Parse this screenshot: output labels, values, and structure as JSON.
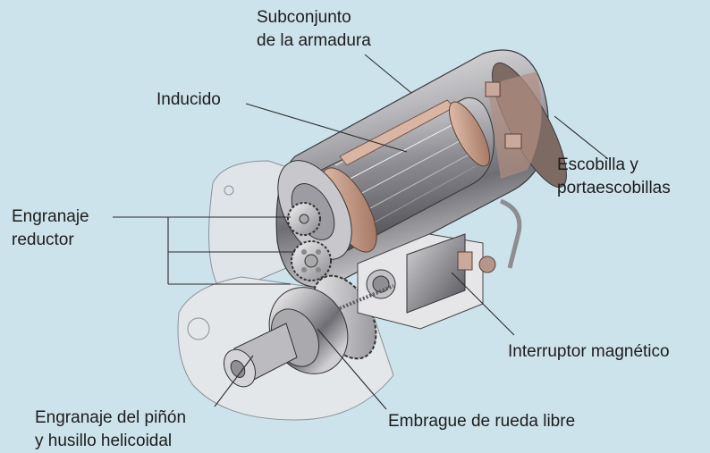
{
  "figure": {
    "background_color": "#cde3ec",
    "subject": "starter-motor-cutaway"
  },
  "labels": {
    "armature_subassembly": {
      "line1": "Subconjunto",
      "line2": "de la armadura"
    },
    "armature": {
      "line1": "Inducido"
    },
    "reduction_gear": {
      "line1": "Engranaje",
      "line2": "reductor"
    },
    "brush_holder": {
      "line1": "Escobilla y",
      "line2": "portaescobillas"
    },
    "magnetic_switch": {
      "line1": "Interruptor magnético"
    },
    "overrunning_clutch": {
      "line1": "Embrague de rueda libre"
    },
    "pinion_gear": {
      "line1": "Engranaje del piñón",
      "line2": "y husillo helicoidal"
    }
  }
}
